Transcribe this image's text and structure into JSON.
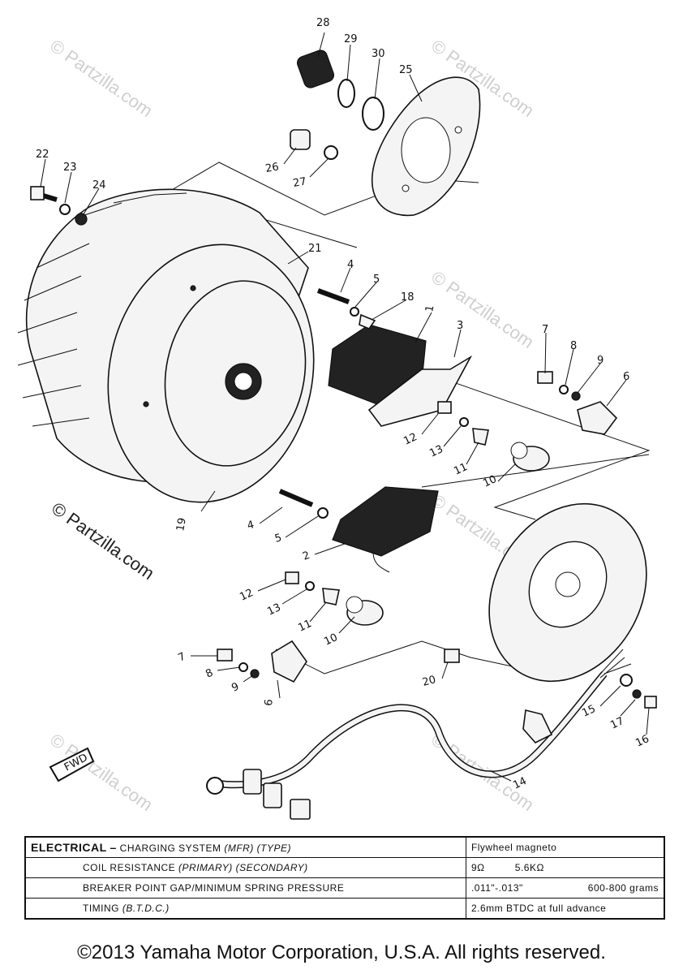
{
  "watermark": "© Partzilla.com",
  "callouts": [
    "1",
    "2",
    "3",
    "4",
    "4",
    "5",
    "5",
    "6",
    "6",
    "7",
    "7",
    "8",
    "8",
    "9",
    "9",
    "10",
    "10",
    "11",
    "11",
    "12",
    "12",
    "13",
    "13",
    "14",
    "15",
    "16",
    "17",
    "18",
    "19",
    "20",
    "21",
    "22",
    "23",
    "24",
    "25",
    "26",
    "27",
    "28",
    "29",
    "30"
  ],
  "fwd_label": "FWD",
  "specs": {
    "category": "ELECTRICAL",
    "dash": "–",
    "rows": [
      {
        "label": "CHARGING SYSTEM",
        "qualifier": "(MFR) (TYPE)",
        "values": [
          "Flywheel magneto"
        ]
      },
      {
        "label": "COIL RESISTANCE",
        "qualifier": "(PRIMARY) (SECONDARY)",
        "values": [
          "9Ω",
          "5.6KΩ"
        ]
      },
      {
        "label": "BREAKER POINT GAP/MINIMUM SPRING PRESSURE",
        "qualifier": "",
        "values": [
          ".011\"-.013\"",
          "600-800 grams"
        ]
      },
      {
        "label": "TIMING",
        "qualifier": "(B.T.D.C.)",
        "values": [
          "2.6mm BTDC at full advance"
        ]
      }
    ]
  },
  "copyright": "©2013 Yamaha Motor Corporation, U.S.A. All rights reserved."
}
